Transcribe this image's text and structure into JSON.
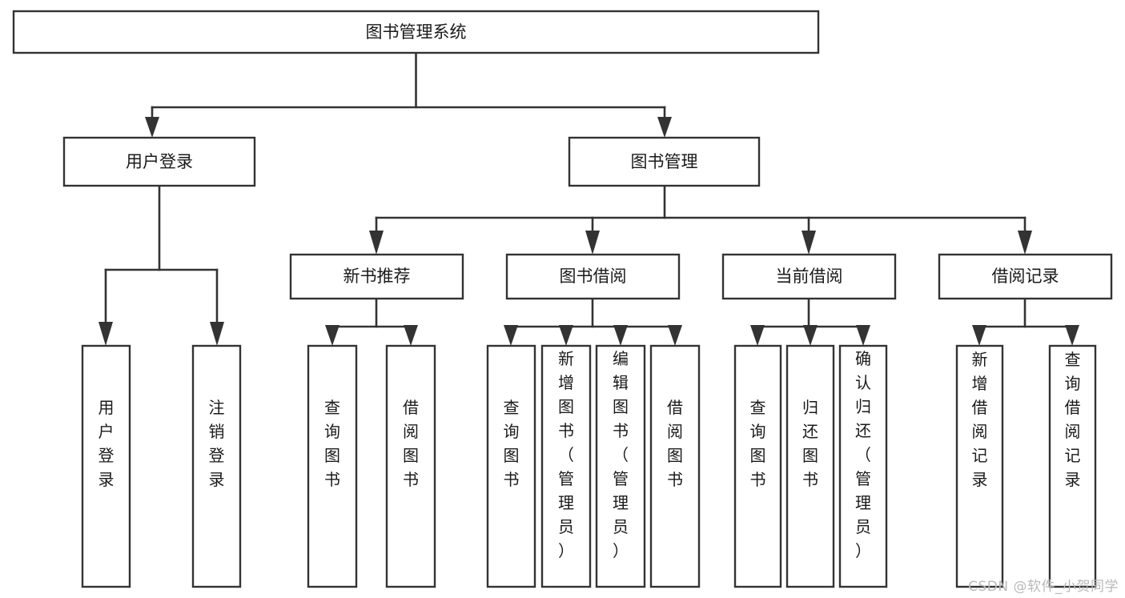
{
  "diagram": {
    "title": "图书管理系统",
    "type": "tree-hierarchy-chart",
    "root": {
      "id": "root",
      "label": "图书管理系统",
      "orientation": "horizontal"
    },
    "level1": [
      {
        "id": "user-login",
        "label": "用户登录",
        "orientation": "horizontal"
      },
      {
        "id": "book-management",
        "label": "图书管理",
        "orientation": "horizontal"
      }
    ],
    "level2": [
      {
        "id": "new-book-recommend",
        "label": "新书推荐",
        "orientation": "horizontal",
        "parent": "book-management"
      },
      {
        "id": "book-borrow",
        "label": "图书借阅",
        "orientation": "horizontal",
        "parent": "book-management"
      },
      {
        "id": "current-borrow",
        "label": "当前借阅",
        "orientation": "horizontal",
        "parent": "book-management"
      },
      {
        "id": "borrow-record",
        "label": "借阅记录",
        "orientation": "horizontal",
        "parent": "book-management"
      }
    ],
    "leaves": {
      "user_login": [
        {
          "id": "leaf-user-login",
          "label": "用户登录",
          "orientation": "vertical"
        },
        {
          "id": "leaf-logout",
          "label": "注销登录",
          "orientation": "vertical"
        }
      ],
      "new_book_recommend": [
        {
          "id": "leaf-query-book-1",
          "label": "查询图书",
          "orientation": "vertical"
        },
        {
          "id": "leaf-borrow-book-1",
          "label": "借阅图书",
          "orientation": "vertical"
        }
      ],
      "book_borrow": [
        {
          "id": "leaf-query-book-2",
          "label": "查询图书",
          "orientation": "vertical"
        },
        {
          "id": "leaf-add-book",
          "label": "新增图书（管理员）",
          "orientation": "vertical"
        },
        {
          "id": "leaf-edit-book",
          "label": "编辑图书（管理员）",
          "orientation": "vertical"
        },
        {
          "id": "leaf-borrow-book-2",
          "label": "借阅图书",
          "orientation": "vertical"
        }
      ],
      "current_borrow": [
        {
          "id": "leaf-query-book-3",
          "label": "查询图书",
          "orientation": "vertical"
        },
        {
          "id": "leaf-return-book",
          "label": "归还图书",
          "orientation": "vertical"
        },
        {
          "id": "leaf-confirm-return",
          "label": "确认归还（管理员）",
          "orientation": "vertical"
        }
      ],
      "borrow_record": [
        {
          "id": "leaf-add-record",
          "label": "新增借阅记录",
          "orientation": "vertical"
        },
        {
          "id": "leaf-query-record",
          "label": "查询借阅记录",
          "orientation": "vertical"
        }
      ]
    },
    "colors": {
      "box_fill": "#ffffff",
      "box_stroke": "#333333",
      "connector": "#333333",
      "text": "#1a1a1a",
      "watermark": "#b9b9b9",
      "background": "#ffffff"
    }
  },
  "watermark": {
    "text": "CSDN @软件_小贺同学"
  }
}
